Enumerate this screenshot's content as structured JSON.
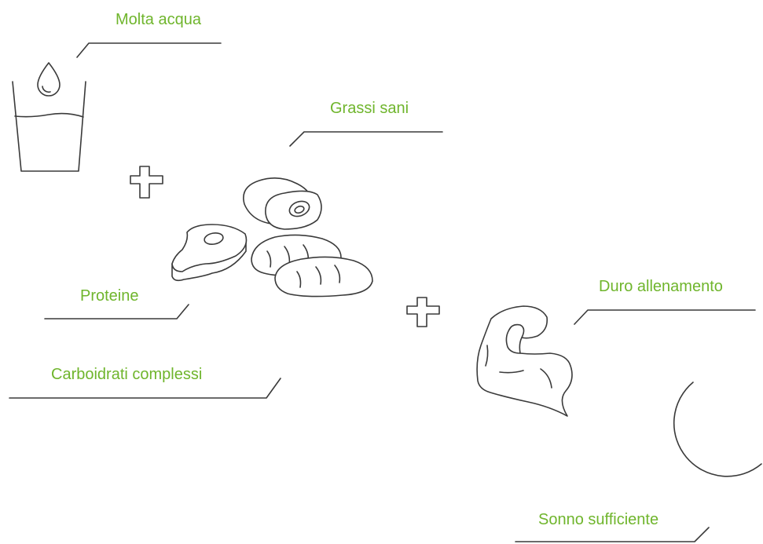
{
  "labels": {
    "water": "Molta acqua",
    "fats": "Grassi sani",
    "proteins": "Proteine",
    "carbs": "Carboidrati complessi",
    "training": "Duro allenamento",
    "sleep": "Sonno sufficiente"
  },
  "colors": {
    "label": "#6fb52c",
    "line": "#3a3a3a",
    "background": "#ffffff"
  },
  "icons": [
    "water-glass-icon",
    "plus-icon",
    "avocado-icon",
    "steak-icon",
    "bread-icon",
    "plus-icon",
    "flexed-arm-icon",
    "crescent-moon-icon"
  ]
}
